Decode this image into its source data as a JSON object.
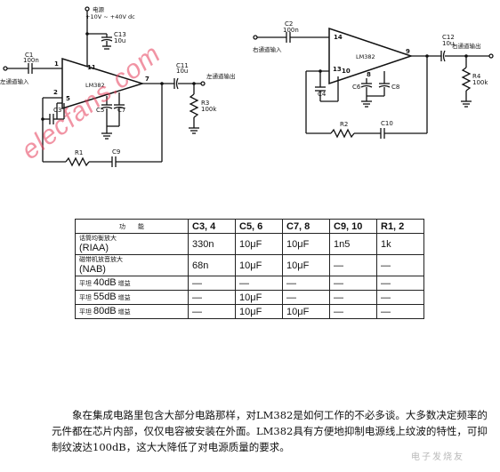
{
  "left_circuit": {
    "supply_label": "电源",
    "supply_range": "+10V ~ +40V dc",
    "input_label": "左通道输入",
    "output_label": "左通道输出",
    "ic_label": "LM382",
    "pins": {
      "p1": "1",
      "p2": "2",
      "p5": "5",
      "p7": "7",
      "p11": "11"
    },
    "c1": "C1",
    "c1_val": "100n",
    "c13": "C13",
    "c13_val": "10u",
    "c11": "C11",
    "c11_val": "10u",
    "r3": "R3",
    "r3_val": "100k",
    "c3": "C3",
    "c5": "C5",
    "c7": "C7",
    "r1": "R1",
    "c9": "C9"
  },
  "right_circuit": {
    "input_label": "右通道输入",
    "output_label": "右通道输出",
    "ic_label": "LM382",
    "pins": {
      "p14": "14",
      "p13": "13",
      "p10": "10",
      "p9": "9",
      "p8": "8"
    },
    "c2": "C2",
    "c2_val": "100n",
    "c12": "C12",
    "c12_val": "10u",
    "r4": "R4",
    "r4_val": "100k",
    "c4": "C4",
    "c6": "C6",
    "c8": "C8",
    "r2": "R2",
    "c10": "C10"
  },
  "table": {
    "headers": [
      "功　　能",
      "C3, 4",
      "C5, 6",
      "C7, 8",
      "C9, 10",
      "R1, 2"
    ],
    "rows": [
      {
        "func_top": "话筒均衡放大",
        "func_main": "(RIAA)",
        "cells": [
          "330n",
          "10μF",
          "10μF",
          "1n5",
          "1k"
        ]
      },
      {
        "func_top": "磁带机放音放大",
        "func_main": "(NAB)",
        "cells": [
          "68n",
          "10μF",
          "10μF",
          "—",
          "—"
        ]
      },
      {
        "func_pre": "平坦",
        "func_main": "40dB",
        "func_post": "增益",
        "cells": [
          "—",
          "—",
          "—",
          "—",
          "—"
        ]
      },
      {
        "func_pre": "平坦",
        "func_main": "55dB",
        "func_post": "增益",
        "cells": [
          "—",
          "10μF",
          "—",
          "—",
          "—"
        ]
      },
      {
        "func_pre": "平坦",
        "func_main": "80dB",
        "func_post": "增益",
        "cells": [
          "—",
          "10μF",
          "10μF",
          "—",
          "—"
        ]
      }
    ]
  },
  "paragraph": "象在集成电路里包含大部分电路那样，对LM382是如何工作的不必多谈。大多数决定频率的元件都在芯片内部，仅仅电容被安装在外面。LM382具有方便地抑制电源线上纹波的特性，可抑制纹波达100dB，这大大降低了对电源质量的要求。",
  "watermark": "elecfans.com",
  "corner_mark": "电子发烧友"
}
